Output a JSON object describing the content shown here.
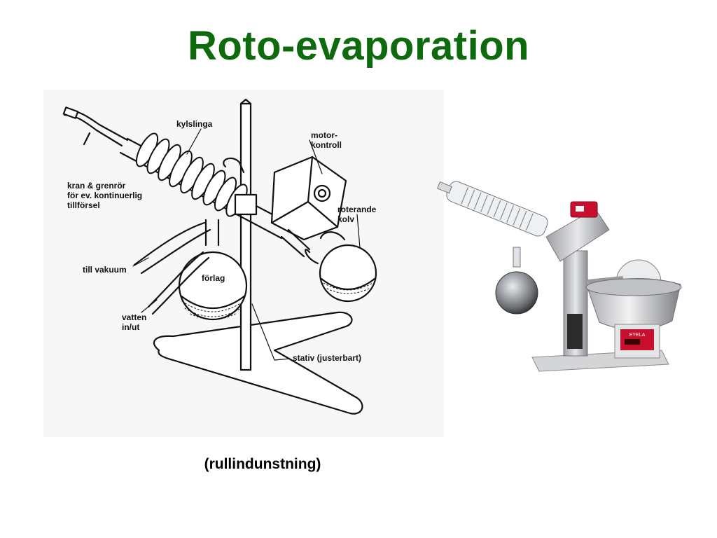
{
  "slide": {
    "title": "Roto-evaporation",
    "caption": "(rullindunstning)"
  },
  "schematic": {
    "labels": {
      "kylslinga": "kylslinga",
      "motor_kontroll": "motor-\nkontroll",
      "kran_grenror": "kran & grenrör\nför ev. kontinuerlig\ntillförsel",
      "roterande_kolv": "roterande\nkolv",
      "till_vakuum": "till vakuum",
      "forlag": "förlag",
      "vatten_in_ut": "vatten\nin/ut",
      "stativ": "stativ (justerbart)"
    }
  },
  "photo": {
    "device_brand": "EYELA"
  },
  "colors": {
    "title": "#0d6b0d",
    "caption": "#000000",
    "line_art": "#111111",
    "photo_metal": "#c9cacc",
    "photo_red": "#c8102e"
  }
}
